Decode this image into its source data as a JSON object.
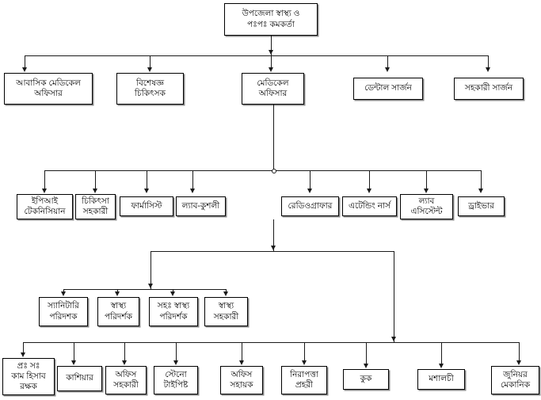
{
  "diagram": {
    "title": "Upazila Health Office Organogram",
    "type": "org-chart",
    "line_color": "#1a1a1a",
    "box_border_color": "#000000",
    "background": "#ffffff"
  },
  "levels": {
    "l1": {
      "nodes": [
        {
          "id": "uhfpo",
          "lines": [
            "উপজেলা স্বাস্থ্য ও",
            "পঃপঃ কমকর্তা"
          ]
        }
      ]
    },
    "l2": {
      "nodes": [
        {
          "id": "rmo",
          "lines": [
            "আবাসিক মেডিকেল",
            "অফিসার"
          ]
        },
        {
          "id": "specialist",
          "lines": [
            "বিশেষজ্ঞ",
            "চিকিৎসক"
          ]
        },
        {
          "id": "mo",
          "lines": [
            "মেডিকেল",
            "অফিসার"
          ]
        },
        {
          "id": "dental-surgeon",
          "lines": [
            "ডেন্টাল সার্জন"
          ]
        },
        {
          "id": "assistant-surgeon",
          "lines": [
            "সহকারী সার্জন"
          ]
        }
      ]
    },
    "l3": {
      "nodes": [
        {
          "id": "epi-technician",
          "lines": [
            "ইপিআই",
            "টেকনিসিয়ান"
          ]
        },
        {
          "id": "medical-assistant",
          "lines": [
            "চিকিৎসা",
            "সহকারী"
          ]
        },
        {
          "id": "pharmacist",
          "lines": [
            "ফার্মাসিস্ট"
          ]
        },
        {
          "id": "lab-kushali",
          "lines": [
            "ল্যাব-কুশলী"
          ]
        },
        {
          "id": "radiographer",
          "lines": [
            "রেডিওগ্রাফার"
          ]
        },
        {
          "id": "attending-nurse",
          "lines": [
            "এটেন্ডিং নার্স"
          ]
        },
        {
          "id": "lab-assistant",
          "lines": [
            "ল্যাব",
            "এসিস্টেন্ট"
          ]
        },
        {
          "id": "driver",
          "lines": [
            "ড্রাইভার"
          ]
        }
      ]
    },
    "l4": {
      "nodes": [
        {
          "id": "sanitary-inspector",
          "lines": [
            "স্যানিটারি",
            "পরিদশক"
          ]
        },
        {
          "id": "health-inspector",
          "lines": [
            "স্বাস্থ্য",
            "পরিদর্শক"
          ]
        },
        {
          "id": "asst-health-inspector",
          "lines": [
            "সহঃ স্বাস্থ্য",
            "পরিদর্শক"
          ]
        },
        {
          "id": "health-assistant",
          "lines": [
            "স্বাস্থ্য",
            "সহকারী"
          ]
        }
      ]
    },
    "l5": {
      "nodes": [
        {
          "id": "accountant",
          "lines": [
            "প্রঃ সঃ",
            "কাম হিসাব",
            "রক্ষক"
          ]
        },
        {
          "id": "cashier",
          "lines": [
            "কাশিয়ার"
          ]
        },
        {
          "id": "office-assistant",
          "lines": [
            "অফিস",
            "সহকারী"
          ]
        },
        {
          "id": "steno-typist",
          "lines": [
            "স্টেনো",
            "টাইপিষ্ট"
          ]
        },
        {
          "id": "office-helper",
          "lines": [
            "অফিস",
            "সহায়ক"
          ]
        },
        {
          "id": "security-guard",
          "lines": [
            "নিরাপত্তা",
            "প্রহরী"
          ]
        },
        {
          "id": "cook",
          "lines": [
            "কুক"
          ]
        },
        {
          "id": "masalchi",
          "lines": [
            "মশালচী"
          ]
        },
        {
          "id": "junior-mechanic",
          "lines": [
            "জুনিয়র",
            "মেকানিক"
          ]
        }
      ]
    }
  }
}
